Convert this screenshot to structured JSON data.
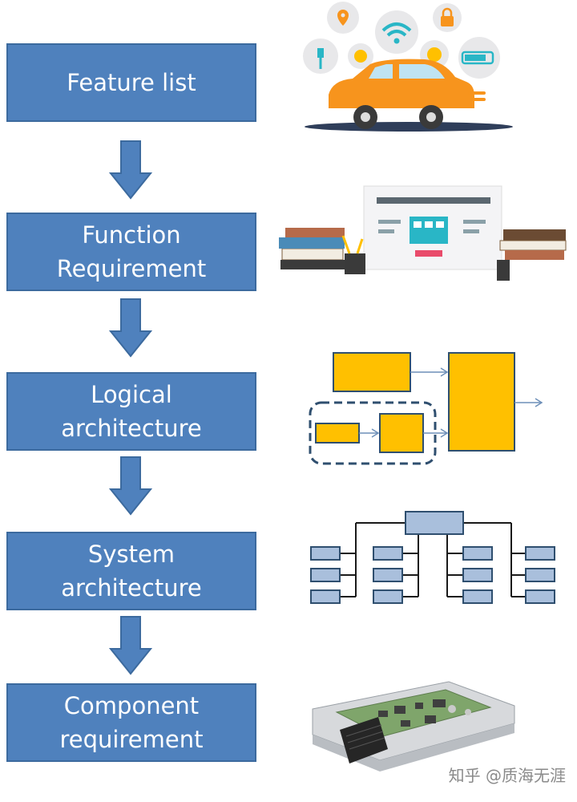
{
  "steps": [
    {
      "label": "Feature list"
    },
    {
      "label": "Function\nRequirement"
    },
    {
      "label": "Logical\narchitecture"
    },
    {
      "label": "System\narchitecture"
    },
    {
      "label": "Component\nrequirement"
    }
  ],
  "watermark": "知乎 @质海无涯",
  "colors": {
    "step_fill": "#4f81bd",
    "step_border": "#3c6a9e",
    "block_yellow": "#ffc000",
    "block_blue": "#a9bfdc",
    "car_orange": "#f7941d"
  },
  "illustrations": [
    "car-features-icon",
    "requirements-document-icon",
    "logical-block-diagram",
    "system-tree-diagram",
    "ecu-module-image"
  ]
}
